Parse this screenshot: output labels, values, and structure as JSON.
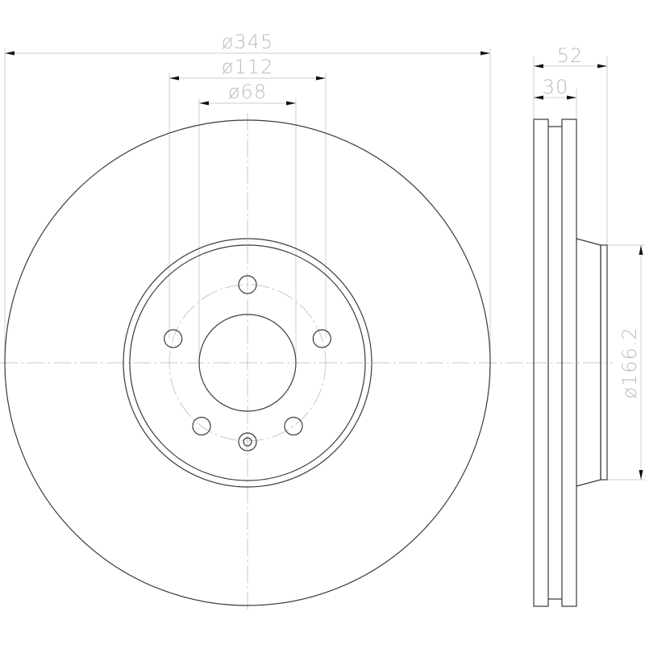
{
  "drawing": {
    "title": "Brake disc technical drawing",
    "front_view": {
      "label": "front-view",
      "outer_diameter_label": "ø345",
      "pcd_label": "ø112",
      "bore_label": "ø68",
      "bolt_holes": 5,
      "extra_holes": 1
    },
    "side_view": {
      "label": "side-view",
      "total_width_label": "52",
      "disc_width_label": "30",
      "hat_diameter_label": "ø166.2"
    }
  }
}
